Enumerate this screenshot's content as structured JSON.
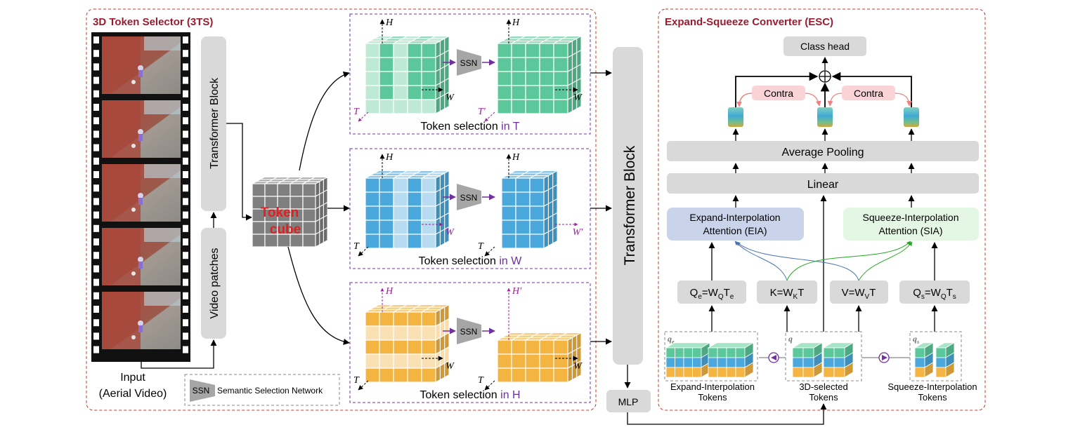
{
  "left_panel": {
    "title": "3D Token Selector (3TS)",
    "input_label": "Input",
    "input_sublabel": "(Aerial Video)",
    "transformer_block_label": "Transformer Block",
    "video_patches_label": "Video patches",
    "token_cube_line1": "Token",
    "token_cube_line2": "cube",
    "legend_ssn": "SSN",
    "legend_text": "Semantic Selection Network"
  },
  "selection_boxes": [
    {
      "caption_prefix": "Token selection ",
      "caption_suffix": "in T",
      "axis_h_in": "H",
      "axis_w_in": "W",
      "axis_t_in": "T",
      "axis_h_out": "H",
      "axis_w_out": "W",
      "axis_t_out": "T′",
      "ssn": "SSN"
    },
    {
      "caption_prefix": "Token selection ",
      "caption_suffix": "in W",
      "axis_h_in": "H",
      "axis_w_in": "W",
      "axis_t_in": "T",
      "axis_h_out": "H",
      "axis_w_out": "W′",
      "axis_t_out": "T",
      "ssn": "SSN"
    },
    {
      "caption_prefix": "Token selection ",
      "caption_suffix": "in H",
      "axis_h_in": "H",
      "axis_w_in": "W",
      "axis_t_in": "T",
      "axis_h_out": "H′",
      "axis_w_out": "W",
      "axis_t_out": "T",
      "ssn": "SSN"
    }
  ],
  "middle": {
    "transformer_block_label": "Transformer Block",
    "mlp_label": "MLP"
  },
  "right_panel": {
    "title": "Expand-Squeeze Converter (ESC)",
    "class_head": "Class head",
    "contra_left": "Contra",
    "contra_right": "Contra",
    "average_pooling": "Average Pooling",
    "linear": "Linear",
    "eia_line1": "Expand-Interpolation",
    "eia_line2": "Attention (EIA)",
    "sia_line1": "Squeeze-Interpolation",
    "sia_line2": "Attention (SIA)",
    "qe": {
      "base": "Q",
      "sub": "e",
      "mid": "=W",
      "sub2": "Q",
      "t": "T",
      "sub3": "e"
    },
    "k": {
      "base": "K=W",
      "sub": "K",
      "t": "T"
    },
    "v": {
      "base": "V=W",
      "sub": "V",
      "t": "T"
    },
    "qs": {
      "base": "Q",
      "sub": "s",
      "mid": "=W",
      "sub2": "Q",
      "t": "T",
      "sub3": "s"
    },
    "tokens_expand_line1": "Expand-Interpolation",
    "tokens_expand_line2": "Tokens",
    "tokens_3d_line1": "3D-selected",
    "tokens_3d_line2": "Tokens",
    "tokens_squeeze_line1": "Squeeze-Interpolation",
    "tokens_squeeze_line2": "Tokens",
    "q_label_expand": {
      "base": "q",
      "sub": "e"
    },
    "q_label_3d": {
      "base": "q"
    },
    "q_label_squeeze": {
      "base": "q",
      "sub": "s"
    }
  },
  "colors": {
    "panel_border": "#c0392b",
    "title_red": "#9b1c2e",
    "purple": "#7030a0",
    "magenta": "#a020a0",
    "green_cube": "#5cc79a",
    "blue_cube": "#4aa8dc",
    "orange_cube": "#f3b441",
    "gray_cube": "#7f7f7f",
    "gray_block": "#d9d9d9",
    "eia_fill": "#c9d3ea",
    "sia_fill": "#e4f6e4",
    "contra_fill": "#f9d3d6",
    "token_red": "#e02020"
  }
}
